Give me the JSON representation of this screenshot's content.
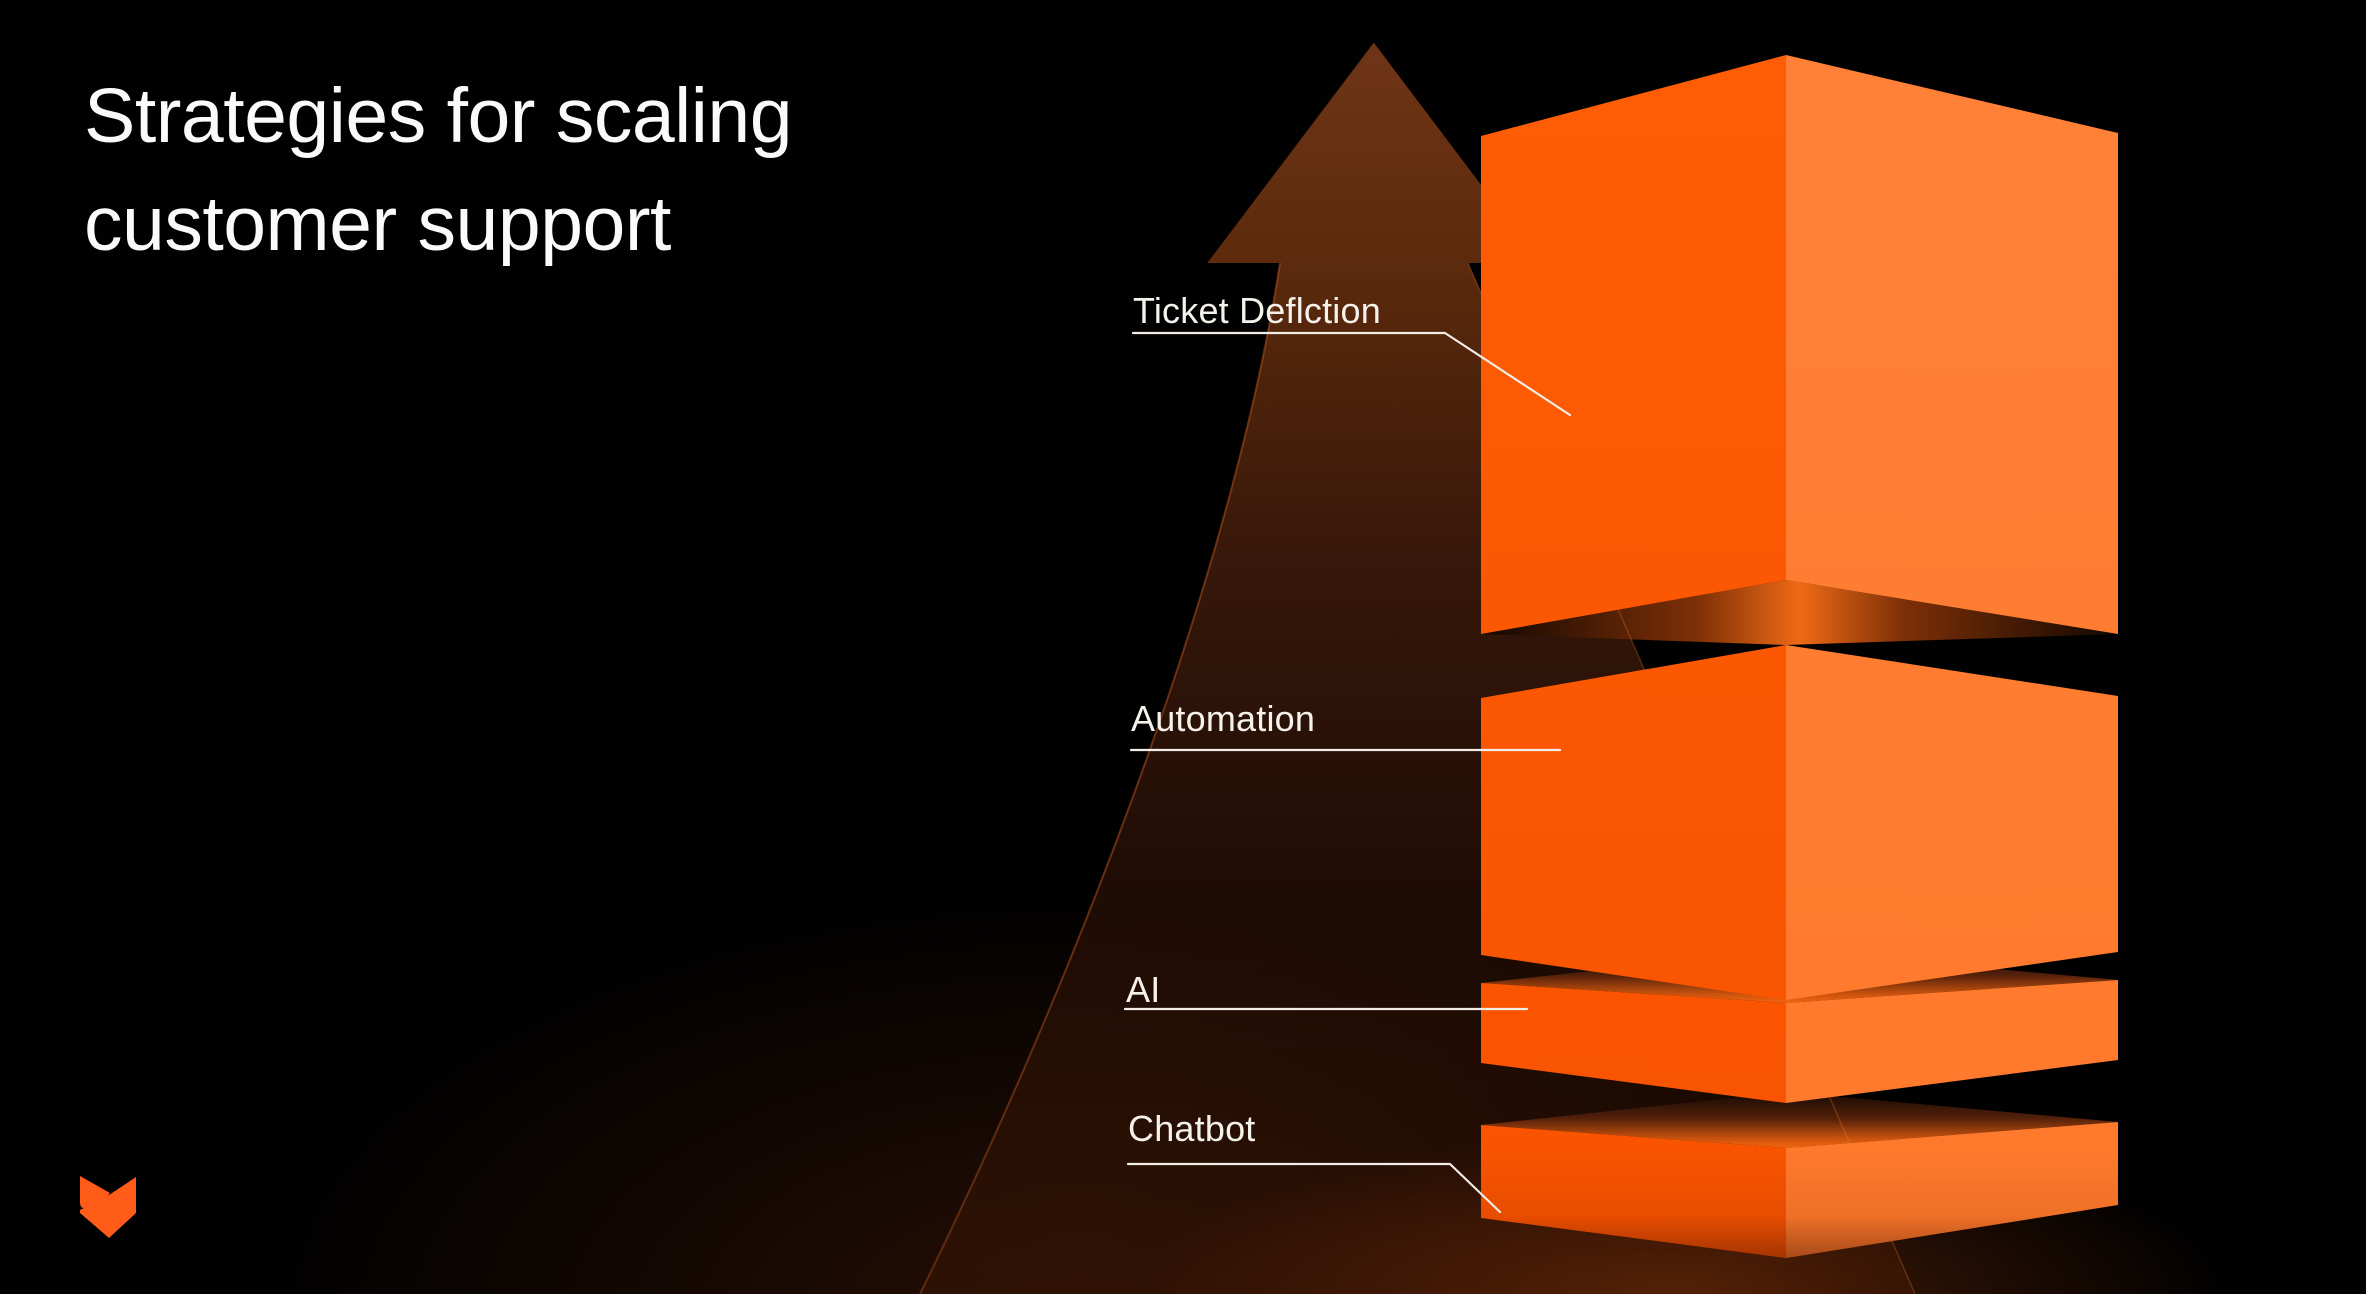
{
  "slide": {
    "title_line1": "Strategies for scaling",
    "title_line2": "customer support"
  },
  "labels": [
    {
      "id": "ticket-deflection",
      "text": "Ticket Deflction"
    },
    {
      "id": "automation",
      "text": "Automation"
    },
    {
      "id": "ai",
      "text": "AI"
    },
    {
      "id": "chatbot",
      "text": "Chatbot"
    }
  ],
  "diagram": {
    "type": "stacked-3d-boxes",
    "arrow_direction": "up",
    "layers_top_to_bottom": [
      {
        "label": "Ticket Deflction",
        "relative_size": "large"
      },
      {
        "label": "Automation",
        "relative_size": "medium"
      },
      {
        "label": "AI",
        "relative_size": "thin"
      },
      {
        "label": "Chatbot",
        "relative_size": "thin"
      }
    ]
  },
  "colors": {
    "background": "#020101",
    "box_left_face": "#ff5a00",
    "box_right_face": "#ff7e33",
    "arrow_brown_top": "#6f3516",
    "arrow_brown_bottom": "#150700",
    "text_white": "#f5f2ec",
    "logo_orange": "#ff5c19",
    "glow_orange": "#ef6a16"
  }
}
